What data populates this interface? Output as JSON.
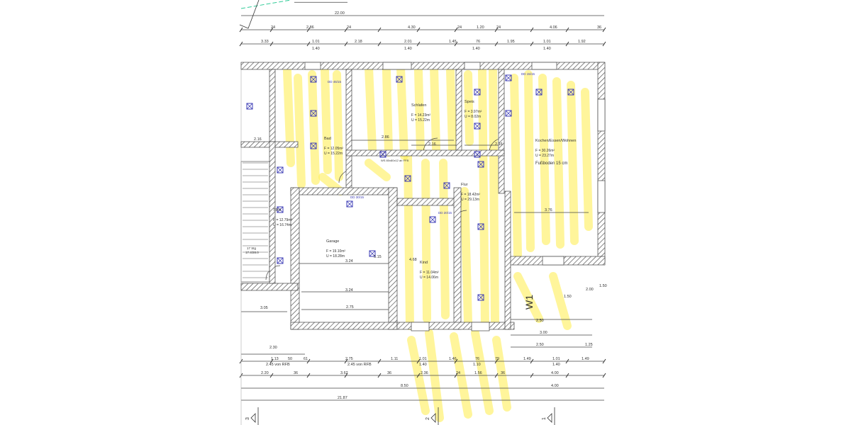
{
  "colors": {
    "wall_hatch": "#555555",
    "highlight": "#fff05a",
    "symbol_blue": "#3b3bb5",
    "line": "#333333"
  },
  "rooms": [
    {
      "name": "Bad",
      "area": "F = 12.05m²",
      "perimeter": "U = 15.22m"
    },
    {
      "name": "Schlafen",
      "area": "F = 14.23m²",
      "perimeter": "U = 15.22m"
    },
    {
      "name": "Speis",
      "area": "F = 3.97m²",
      "perimeter": "U = 8.02m"
    },
    {
      "name": "Kochen/Essen/Wohnen",
      "area": "F = 30.26m²",
      "perimeter": "U = 23.27m",
      "note": "Fußboden 15 cm"
    },
    {
      "name": "Flur",
      "area": "F = 18.42m²",
      "perimeter": "U = 29.13m"
    },
    {
      "name": "TRH",
      "area": "F = 12.79m²",
      "perimeter": "U = 16.74m"
    },
    {
      "name": "Garage",
      "area": "F = 19.10m²",
      "perimeter": "U = 18.28m"
    },
    {
      "name": "Kind",
      "area": "F = 11.04m²",
      "perimeter": "U = 14.06m"
    }
  ],
  "labels": {
    "stairs": "17 Stg",
    "stairs_ratio": "17.4/28.0",
    "window_label": "W1",
    "ws": "WS 80x80x12 ab FFB",
    "dd1": "DD 45/15",
    "dd2": "DD 30/15",
    "dd3": "DD 20/15",
    "dd4": "DD 15/15"
  },
  "dims_top": {
    "row1": [
      "22.00"
    ],
    "row2": [
      "24",
      "2.86",
      "24",
      "4.30",
      "24",
      "1.20",
      "24",
      "4.06",
      "36"
    ],
    "row3": [
      "3.33",
      "1.01",
      "2.18",
      "2.01",
      "1.45",
      "76",
      "1.95",
      "1.01",
      "1.92"
    ],
    "row3_sub": [
      "1.40",
      "1.40",
      "1.40",
      "1.40"
    ]
  },
  "dims_inner": [
    "2.86",
    "2.16",
    "2.16",
    "3.76",
    "3.24",
    "3.24",
    "2.75",
    "3.05",
    "2.16",
    "2.50",
    "3.00",
    "2.50",
    "1.25",
    "1.50",
    "2.00",
    "4.68",
    "5.15",
    "1.50",
    "2.30"
  ],
  "dims_bottom": {
    "row1": [
      "1.13",
      "50",
      "61",
      "2.75",
      "1.11",
      "1.01",
      "1.46",
      "76",
      "79",
      "1.49",
      "1.01",
      "1.49"
    ],
    "row1_sub": [
      "2.45 von RFB",
      "2.45 von RFB",
      "1.40",
      "1.10",
      "1.40"
    ],
    "row2": [
      "2.20",
      "36",
      "3.62",
      "36",
      "2.36",
      "24",
      "1.56",
      "36",
      "4.00"
    ],
    "row3": [
      "8.50",
      "4.00"
    ],
    "row4": [
      "21.87"
    ]
  },
  "section_markers": [
    "3",
    "2",
    "1"
  ]
}
